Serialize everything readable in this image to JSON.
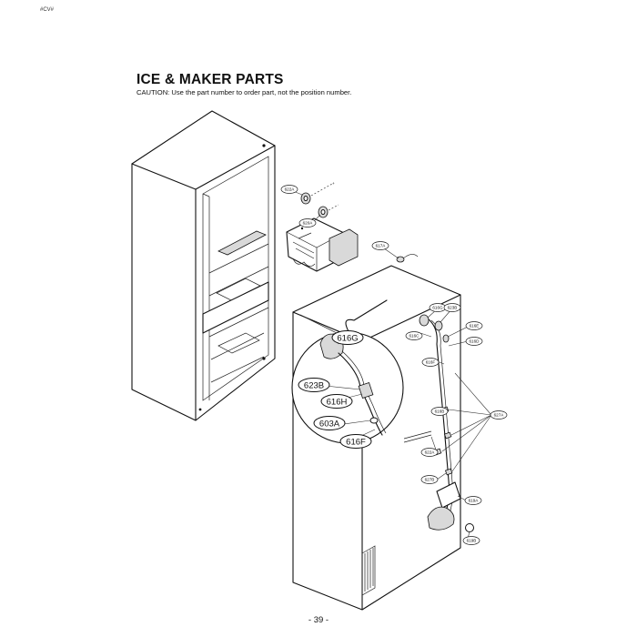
{
  "header": {
    "corner_mark": "#CV#",
    "title": "ICE & MAKER PARTS",
    "caution": "CAUTION: Use the part number to order part, not the position number."
  },
  "footer": {
    "page_number": "- 39 -"
  },
  "callouts": {
    "c622a": "622A",
    "c620a": "620A",
    "c617a": "617A",
    "c616g": "616G",
    "c623b": "623B",
    "c616h": "616H",
    "c603a": "603A",
    "c616f": "616F",
    "s616g": "616G",
    "s623b": "623B",
    "s616e": "616E",
    "s616d": "616D",
    "s616c": "616C",
    "s616f": "616F",
    "s627a": "627A",
    "s616b": "616B",
    "s622a": "622A",
    "s627b": "627B",
    "s619a": "619A",
    "s619b": "619B"
  }
}
